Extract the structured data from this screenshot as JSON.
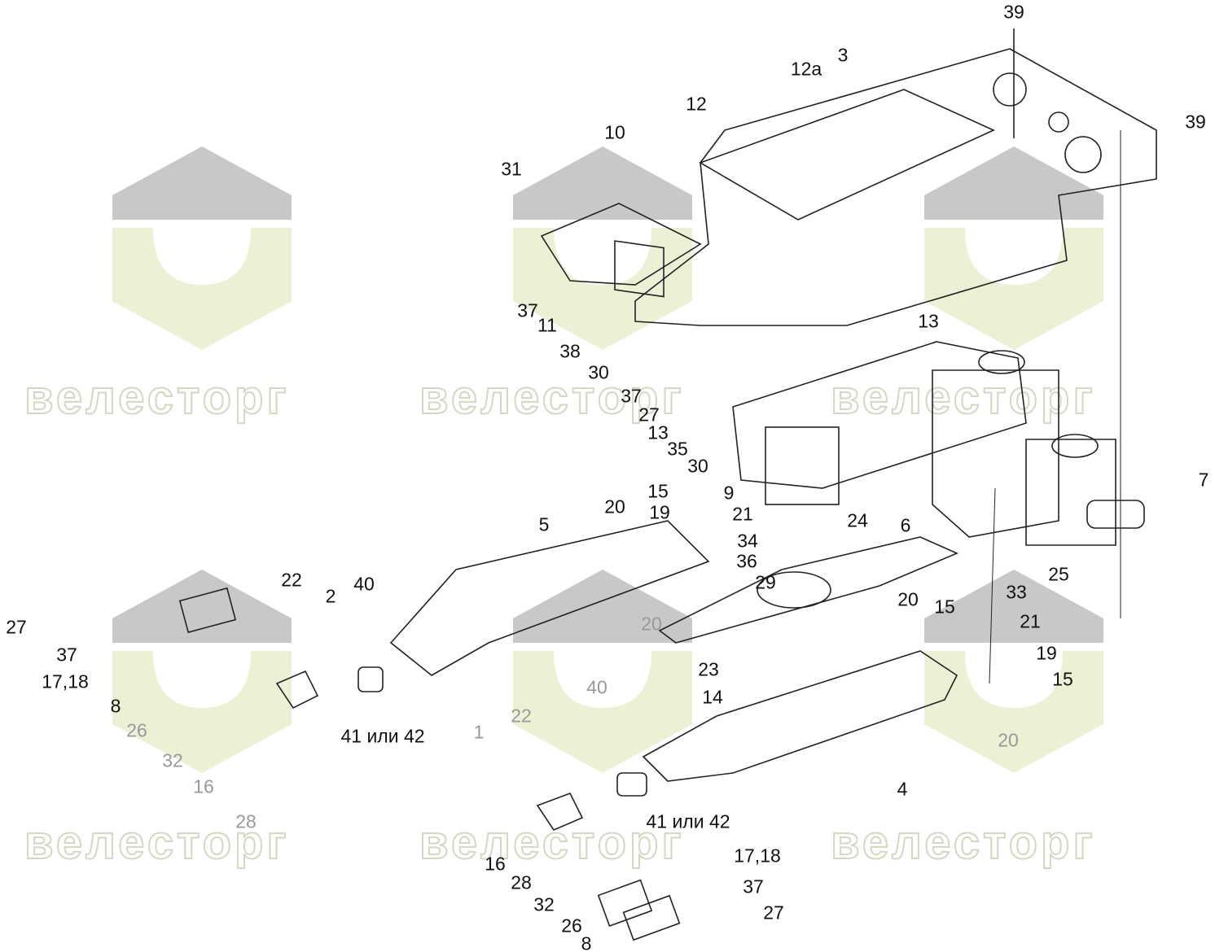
{
  "diagram": {
    "type": "exploded-parts-assembly",
    "callouts": [
      "39",
      "3",
      "12а",
      "39",
      "12",
      "10",
      "31",
      "37",
      "11",
      "38",
      "30",
      "13",
      "37",
      "27",
      "13",
      "35",
      "30",
      "15",
      "9",
      "19",
      "21",
      "20",
      "5",
      "34",
      "24",
      "6",
      "7",
      "36",
      "29",
      "33",
      "25",
      "22",
      "2",
      "40",
      "27",
      "37",
      "17,18",
      "8",
      "26",
      "32",
      "16",
      "28",
      "41 или 42",
      "20",
      "20",
      "15",
      "21",
      "19",
      "15",
      "20",
      "23",
      "14",
      "4",
      "1",
      "22",
      "40",
      "41 или 42",
      "16",
      "28",
      "32",
      "26",
      "8",
      "17,18",
      "37",
      "27"
    ]
  },
  "watermark": {
    "text": "велесторг",
    "colors": {
      "logo_top": "#c8c8c8",
      "logo_bottom": "#eef0d6",
      "text_outline": "#d6d6c4"
    }
  },
  "colors": {
    "line": "#222222",
    "label": "#111111"
  }
}
